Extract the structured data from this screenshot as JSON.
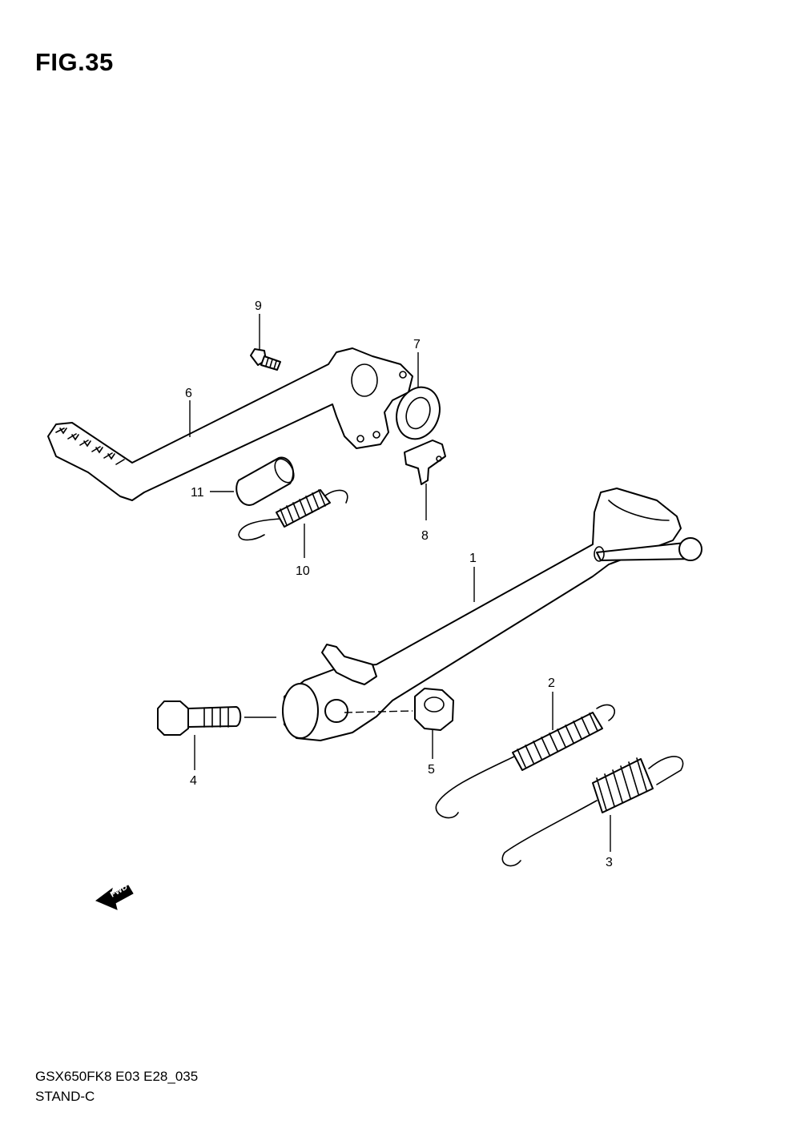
{
  "figure": {
    "title": "FIG.35",
    "model_code": "GSX650FK8 E03 E28_035",
    "section_name": "STAND-C",
    "fwd_label": "FWD"
  },
  "callouts": [
    {
      "id": "1",
      "label": "1"
    },
    {
      "id": "2",
      "label": "2"
    },
    {
      "id": "3",
      "label": "3"
    },
    {
      "id": "4",
      "label": "4"
    },
    {
      "id": "5",
      "label": "5"
    },
    {
      "id": "6",
      "label": "6"
    },
    {
      "id": "7",
      "label": "7"
    },
    {
      "id": "8",
      "label": "8"
    },
    {
      "id": "9",
      "label": "9"
    },
    {
      "id": "10",
      "label": "10"
    },
    {
      "id": "11",
      "label": "11"
    }
  ]
}
